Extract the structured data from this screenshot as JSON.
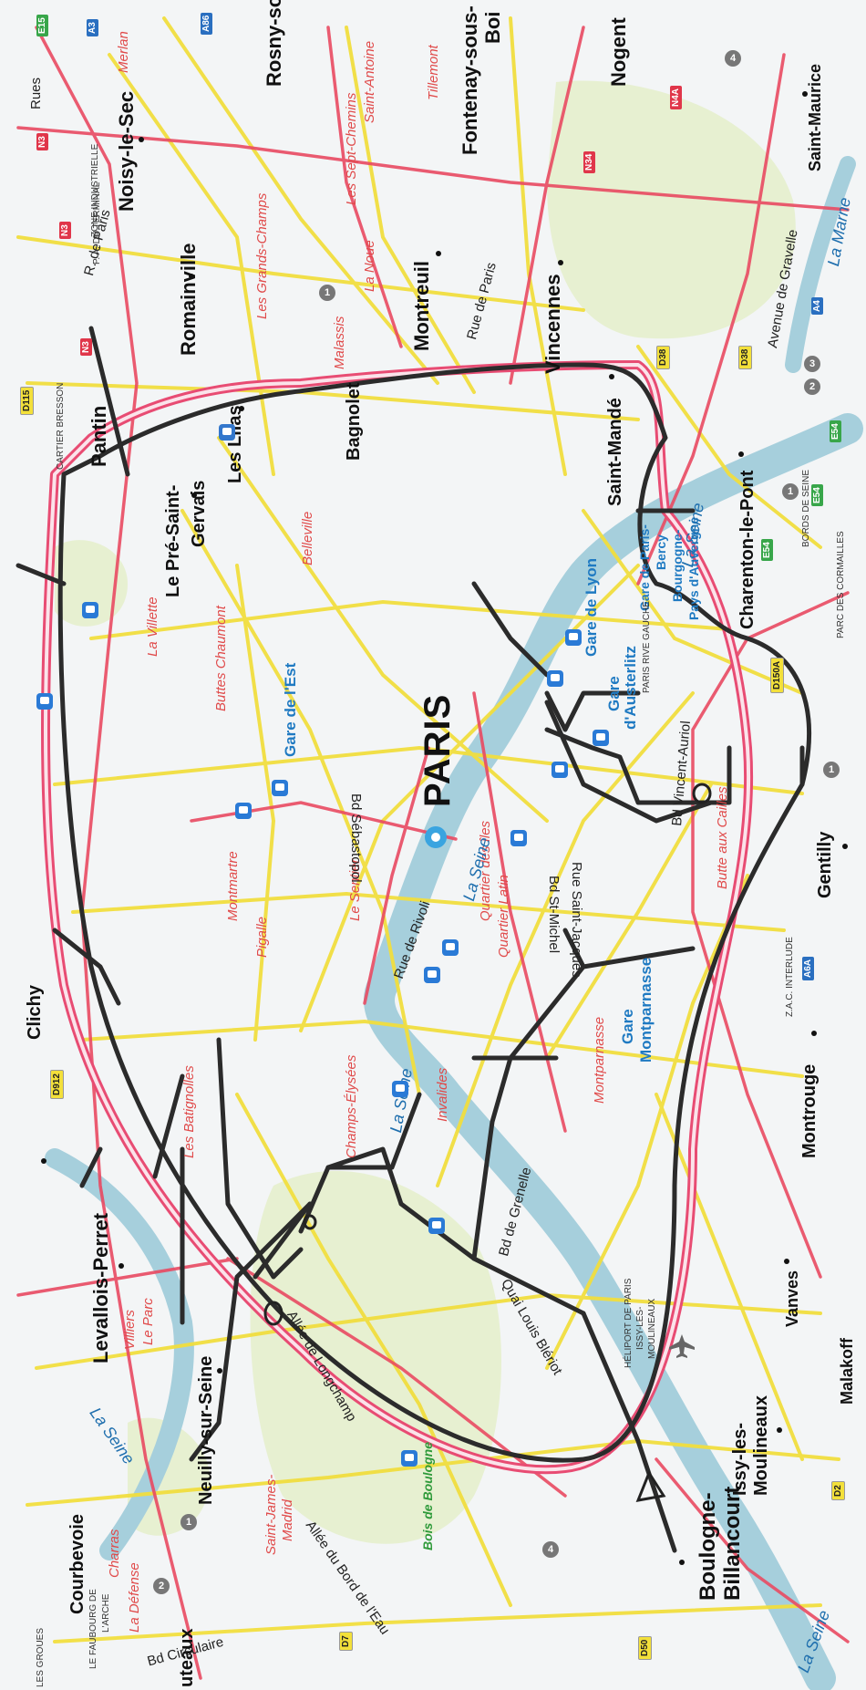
{
  "map": {
    "city_label": "PARIS",
    "towns": {
      "rosny": "Rosny-so",
      "fontenay": "Fontenay-sous-",
      "fontenay2": "Boi",
      "nogent": "Nogent",
      "saint_maurice": "Saint-Maurice",
      "noisy": "Noisy-le-Sec",
      "romainville": "Romainville",
      "montreuil": "Montreuil",
      "vincennes": "Vincennes",
      "pantin": "Pantin",
      "pre": "Le Pré-Saint-",
      "pre2": "Gervais",
      "lilas": "Les Lilas",
      "bagnolet": "Bagnolet",
      "saint_mande": "Saint-Mandé",
      "charenton": "Charenton-le-Pont",
      "gentilly": "Gentilly",
      "montrouge": "Montrouge",
      "vanves": "Vanves",
      "malakoff": "Malakoff",
      "issy": "Issy-les-",
      "issy2": "Moulineaux",
      "boulogne": "Boulogne-",
      "boulogne2": "Billancourt",
      "neuilly": "Neuilly-sur-Seine",
      "levallois": "Levallois-Perret",
      "clichy": "Clichy",
      "courbevoie": "Courbevoie",
      "puteaux": "uteaux"
    },
    "neighborhoods": {
      "merlan": "Merlan",
      "saint_antoine": "Saint-Antoine",
      "sept_chemins": "Les Sept-Chemins",
      "tillemont": "Tillemont",
      "grands_champs": "Les Grands-Champs",
      "la_noue": "La Noue",
      "malassis": "Malassis",
      "belleville": "Belleville",
      "buttes": "Buttes Chaumont",
      "villette": "La Villette",
      "montmartre": "Montmartre",
      "pigalle": "Pigalle",
      "sentier": "Le Sentier",
      "batignolles": "Les Batignolles",
      "champs": "Champs-Élysées",
      "invalides": "Invalides",
      "quartier_iles": "Quartier des îles",
      "quartier_latin": "Quartier Latin",
      "montparnasse": "Montparnasse",
      "butte_cailles": "Butte aux Cailles",
      "saint_james": "Saint-James-",
      "saint_james2": "Madrid",
      "villiers": "Villiers",
      "villiers2": "Le Parc",
      "charras": "Charras",
      "la_defense": "La Défense"
    },
    "stations": {
      "gare_est": "Gare de l'Est",
      "gare_lyon": "Gare de Lyon",
      "gare_austerlitz": "Gare",
      "gare_austerlitz2": "d'Austerlitz",
      "gare_bercy": "Gare de Paris-",
      "gare_bercy2": "Bercy",
      "gare_bercy3": "Bourgogne-",
      "gare_bercy4": "Pays d'Auvergne",
      "gare_montparnasse": "Gare",
      "gare_montparnasse2": "Montparnasse"
    },
    "roads": {
      "rue_rivoli": "Rue de Rivoli",
      "sebastopol": "Bd Sébastopol",
      "saint_michel": "Bd St-Michel",
      "saint_jacques": "Rue Saint-Jacques",
      "grenelle": "Bd de Grenelle",
      "vincent_auriol": "Bd Vincent-Auriol",
      "quai_bleriot": "Quai Louis Blériot",
      "allee_longchamp": "Allée de Longchamp",
      "allee_bord": "Allée du Bord de l'Eau",
      "rue_paris_montreuil": "Rue de Paris",
      "rd_paris": "R. de Paris",
      "avenue_gravelle": "Avenue de Gravelle",
      "bd_circulaire": "Bd Circulaire",
      "rues": "Rues"
    },
    "rivers": {
      "seine1": "La Seine",
      "seine2": "La Seine",
      "seine3": "La Seine",
      "seine4": "La Seine",
      "seine5": "La Seine",
      "marne": "La Marne"
    },
    "parks": {
      "bois_boulogne": "Bois de Boulogne"
    },
    "zones": {
      "zone_indus": "ZONE INDUSTRIELLE",
      "pa_terminal": "P. A. DU TERMINAL",
      "cartier": "CARTIER BRESSON",
      "bords_seine": "BORDS DE SEINE",
      "parc_cormailles": "PARC DES CORMAILLES",
      "paris_rive": "PARIS RIVE GAUCHE",
      "zac": "Z.A.C. INTERLUDE",
      "heliport": "HÉLIPORT DE PARIS",
      "heliport2": "ISSY-LES-",
      "heliport3": "MOULINEAUX",
      "faubourg": "LE FAUBOURG DE",
      "faubourg2": "L'ARCHE",
      "groues": "LES GROUES"
    },
    "badges": {
      "e15": "E15",
      "a3": "A3",
      "a86": "A86",
      "n3a": "N3",
      "n3b": "N3",
      "n3c": "N3",
      "n34": "N34",
      "n4a": "N4A",
      "d115": "D115",
      "d38a": "D38",
      "d38b": "D38",
      "a4": "A4",
      "e54a": "E54",
      "e54b": "E54",
      "e54c": "E54",
      "d150a": "D150A",
      "a6a": "A6A",
      "d912": "D912",
      "d2": "D2",
      "d50": "D50",
      "d7": "D7"
    },
    "exits": {
      "x1": "1",
      "x2": "2",
      "x3": "3",
      "x4": "4",
      "x5": "1",
      "x6": "1",
      "x7": "1",
      "x8": "2",
      "x9": "4"
    },
    "colors": {
      "background": "#f3f5f6",
      "periph": "#e84c73",
      "roads_major": "#f0dd3c",
      "roads_red": "#e94a62",
      "seine": "#9fc9d6",
      "parks": "#e4eecf",
      "route_overlay": "#2a2a2a"
    }
  }
}
